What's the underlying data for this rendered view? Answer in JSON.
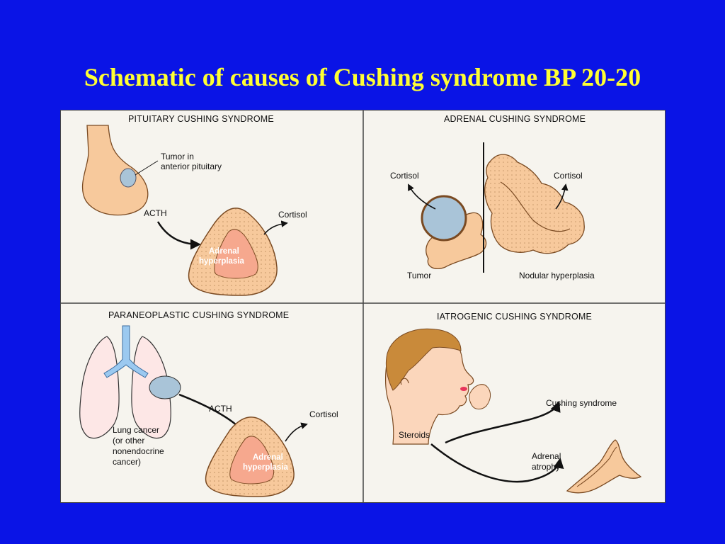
{
  "title": "Schematic of causes of Cushing syndrome BP 20-20",
  "panels": {
    "pituitary": {
      "heading": "PITUITARY CUSHING SYNDROME",
      "tumor_label_1": "Tumor in",
      "tumor_label_2": "anterior pituitary",
      "acth": "ACTH",
      "cortisol": "Cortisol",
      "adrenal_1": "Adrenal",
      "adrenal_2": "hyperplasia"
    },
    "adrenal": {
      "heading": "ADRENAL CUSHING SYNDROME",
      "cortisol_left": "Cortisol",
      "cortisol_right": "Cortisol",
      "tumor": "Tumor",
      "nodular": "Nodular hyperplasia"
    },
    "paraneoplastic": {
      "heading": "PARANEOPLASTIC CUSHING SYNDROME",
      "acth": "ACTH",
      "cortisol": "Cortisol",
      "lung_1": "Lung cancer",
      "lung_2": "(or other",
      "lung_3": "nonendocrine",
      "lung_4": "cancer)",
      "adrenal_1": "Adrenal",
      "adrenal_2": "hyperplasia"
    },
    "iatrogenic": {
      "heading": "IATROGENIC CUSHING SYNDROME",
      "cushing": "Cushing syndrome",
      "steroids": "Steroids",
      "atrophy_1": "Adrenal",
      "atrophy_2": "atrophy"
    }
  },
  "colors": {
    "background": "#0a14e6",
    "title": "#ffff33",
    "tissue": "#f7c99c",
    "tumor": "#a9c4d8",
    "skin": "#fbd6bb",
    "hair": "#c98a3a"
  }
}
